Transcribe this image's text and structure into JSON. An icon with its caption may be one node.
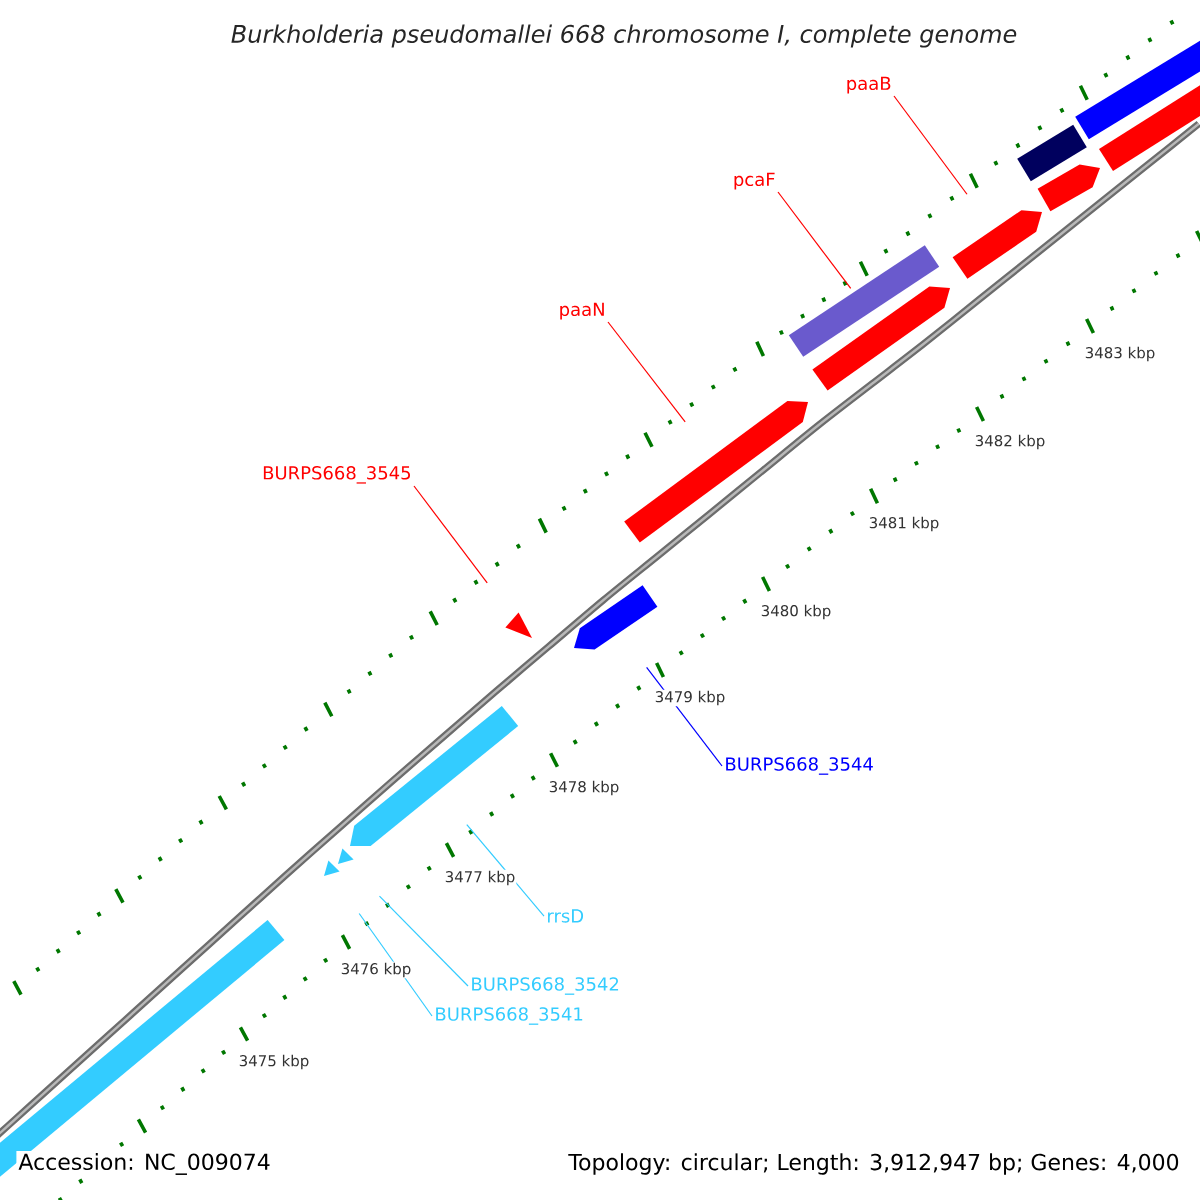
{
  "diagram": {
    "title": "Burkholderia pseudomallei 668 chromosome I, complete genome",
    "nodes": [
      {
        "text": [
          "paaB"
        ]
      },
      {
        "text": [
          "pcaF"
        ]
      },
      {
        "text": [
          "paaN"
        ]
      },
      {
        "text": [
          "BURPS668_3545"
        ]
      },
      {
        "text": [
          "BURPS668_3544"
        ]
      },
      {
        "text": [
          "rrsD"
        ]
      },
      {
        "text": [
          "BURPS668_3542"
        ]
      },
      {
        "text": [
          "BURPS668_3541"
        ]
      },
      {
        "text": [],
        "shape": "arrow"
      },
      {
        "text": [],
        "shape": "arrow"
      },
      {
        "text": [],
        "shape": "arrow"
      },
      {
        "text": [],
        "shape": "triangle"
      },
      {
        "text": [],
        "shape": "arrow"
      },
      {
        "text": [],
        "shape": "arrow"
      },
      {
        "text": [],
        "shape": "triangle"
      },
      {
        "text": [],
        "shape": "triangle"
      },
      {
        "text": [],
        "shape": "arrow"
      },
      {
        "text": [],
        "shape": "bar"
      },
      {
        "text": [],
        "shape": "bar"
      },
      {
        "text": [],
        "shape": "bar"
      },
      {
        "text": [],
        "shape": "bar"
      },
      {
        "text": [],
        "shape": "bar"
      }
    ],
    "edges": [
      {
        "from": 0,
        "to": 8,
        "arrow": "none"
      },
      {
        "from": 1,
        "to": 9,
        "arrow": "none"
      },
      {
        "from": 2,
        "to": 10,
        "arrow": "none"
      },
      {
        "from": 3,
        "to": 11,
        "arrow": "none"
      },
      {
        "from": 4,
        "to": 12,
        "arrow": "none",
        "color": "#0000ff"
      },
      {
        "from": 5,
        "to": 13,
        "arrow": "none",
        "color": "#33ccff"
      },
      {
        "from": 6,
        "to": 15,
        "arrow": "none",
        "color": "#33ccff"
      },
      {
        "from": 7,
        "to": 14,
        "arrow": "none",
        "color": "#33ccff"
      }
    ],
    "labels": [
      "3483 kbp",
      "3482 kbp",
      "3481 kbp",
      "3480 kbp",
      "3479 kbp",
      "3478 kbp",
      "3477 kbp",
      "3476 kbp",
      "3475 kbp",
      "Accession: NC_009074",
      "Topology: circular; Length: 3,912,947 bp; Genes: 4,000"
    ]
  }
}
